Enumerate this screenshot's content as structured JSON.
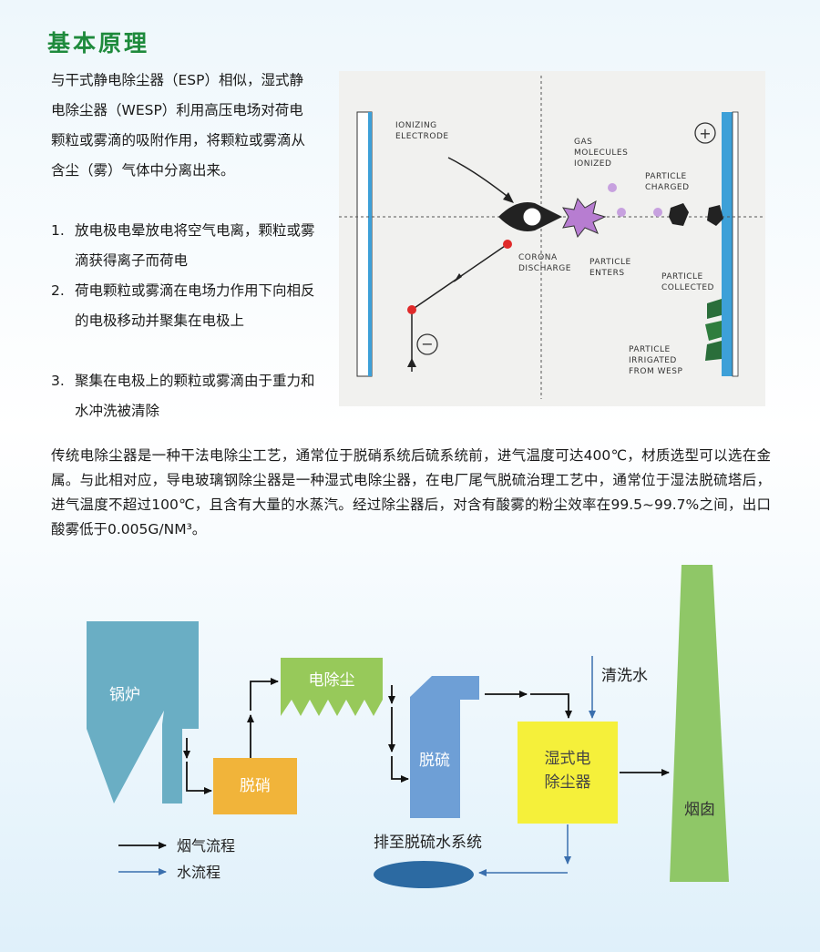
{
  "title": "基本原理",
  "intro": "与干式静电除尘器（ESP）相似，湿式静电除尘器（WESP）利用高压电场对荷电颗粒或雾滴的吸附作用，将颗粒或雾滴从含尘（雾）气体中分离出来。",
  "steps": [
    {
      "num": "1.",
      "text": "放电极电晕放电将空气电离，颗粒或雾滴获得离子而荷电"
    },
    {
      "num": "2.",
      "text": "荷电颗粒或雾滴在电场力作用下向相反的电极移动并聚集在电极上"
    },
    {
      "num": "3.",
      "text": "聚集在电极上的颗粒或雾滴由于重力和水冲洗被清除"
    }
  ],
  "diagram": {
    "ionizing_1": "IONIZING",
    "ionizing_2": "ELECTRODE",
    "gas_1": "GAS",
    "gas_2": "MOLECULES",
    "gas_3": "IONIZED",
    "charged_1": "PARTICLE",
    "charged_2": "CHARGED",
    "corona_1": "CORONA",
    "corona_2": "DISCHARGE",
    "enters_1": "PARTICLE",
    "enters_2": "ENTERS",
    "collected_1": "PARTICLE",
    "collected_2": "COLLECTED",
    "irrigated_1": "PARTICLE",
    "irrigated_2": "IRRIGATED",
    "irrigated_3": "FROM WESP",
    "plus": "+",
    "minus": "−"
  },
  "body_text": "传统电除尘器是一种干法电除尘工艺，通常位于脱硝系统后硫系统前，进气温度可达400℃，材质选型可以选在金属。与此相对应，导电玻璃钢除尘器是一种湿式电除尘器，在电厂尾气脱硫治理工艺中，通常位于湿法脱硫塔后，进气温度不超过100℃，且含有大量的水蒸汽。经过除尘器后，对含有酸雾的粉尘效率在99.5~99.7%之间，出口酸雾低于0.005G/NM³。",
  "flow": {
    "boiler": "锅炉",
    "denox": "脱硝",
    "esp": "电除尘",
    "desulfur": "脱硫",
    "wesp_1": "湿式电",
    "wesp_2": "除尘器",
    "chimney": "烟囱",
    "wash_water": "清洗水",
    "drain": "排至脱硫水系统",
    "legend_gas": "烟气流程",
    "legend_water": "水流程"
  },
  "colors": {
    "title": "#1e8a3c",
    "boiler": "#6aaec4",
    "denox": "#f1b43a",
    "esp": "#97c95a",
    "desulfur": "#6e9fd6",
    "wesp": "#f5f03a",
    "chimney": "#8fc767",
    "drain": "#2c6aa2",
    "electrode": "#3da0d8"
  }
}
